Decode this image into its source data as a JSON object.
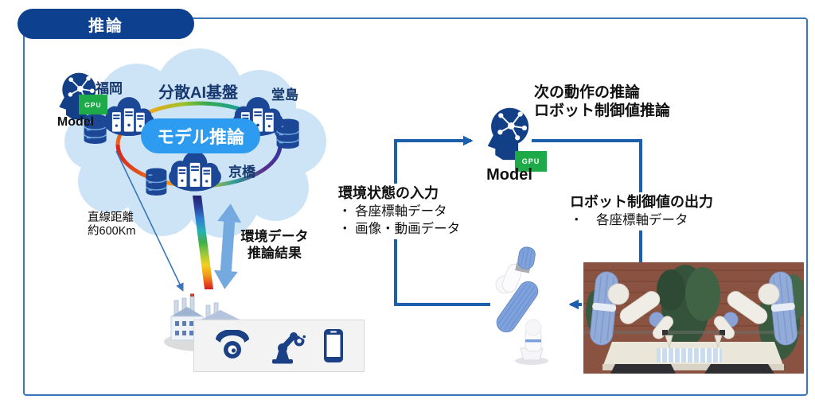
{
  "frame": {
    "label": "推論"
  },
  "colors": {
    "frame_border": "#3b77b5",
    "navy": "#0d418f",
    "icon_navy": "#1b4796",
    "pill_blue": "#2d9cf0",
    "gpu_green": "#1faa4a",
    "flow_arrow_blue": "#1b5fad",
    "light_arrow_blue": "#74aadf",
    "cloud_fill": "#cde4f7"
  },
  "cloud": {
    "title": "分散AI基盤",
    "pill_label": "モデル推論",
    "nodes": [
      {
        "label": "福岡"
      },
      {
        "label": "堂島"
      },
      {
        "label": "京橋"
      }
    ]
  },
  "edge_model": {
    "label": "Model",
    "badge": "GPU"
  },
  "distance_note": {
    "line1": "直線距離",
    "line2": "約600Km"
  },
  "env_link_label": {
    "line1": "環境データ",
    "line2": "推論結果"
  },
  "robot_model": {
    "heading_line1": "次の動作の推論",
    "heading_line2": "ロボット制御値推論",
    "label": "Model",
    "badge": "GPU"
  },
  "input_block": {
    "title": "環境状態の入力",
    "bullets": [
      "・ 各座標軸データ",
      "・ 画像・動画データ"
    ]
  },
  "output_block": {
    "title": "ロボット制御値の出力",
    "bullets": [
      "・　各座標軸データ"
    ]
  },
  "icons": {
    "edge_devices": [
      "camera-icon",
      "robot-arm-icon",
      "smartphone-icon"
    ]
  }
}
